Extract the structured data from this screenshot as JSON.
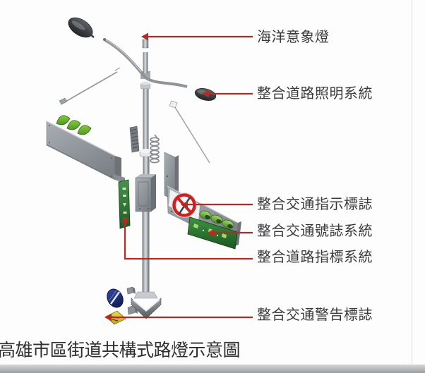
{
  "caption": "高雄市區街道共構式路燈示意圖",
  "labels": [
    {
      "id": "ocean-image-light",
      "text": "海洋意象燈"
    },
    {
      "id": "road-lighting-system",
      "text": "整合道路照明系統"
    },
    {
      "id": "traffic-direction-sign",
      "text": "整合交通指示標誌"
    },
    {
      "id": "traffic-signal-system",
      "text": "整合交通號誌系統"
    },
    {
      "id": "road-guide-system",
      "text": "整合道路指標系統"
    },
    {
      "id": "traffic-warning-sign",
      "text": "整合交通警告標誌"
    }
  ],
  "diagram_components": [
    "decorative-lamp-head",
    "curved-lamp-arm",
    "road-lamp-head",
    "main-pole",
    "billboard-panel",
    "wave-ornaments",
    "cable-rack",
    "spring-coil",
    "pole-clamp",
    "street-name-sign",
    "sign-bracket-plates",
    "prohibition-sign",
    "traffic-signal-box",
    "signal-hoods",
    "blue-circle-sign",
    "yellow-warning-sign",
    "pole-base",
    "stay-rods",
    "mounting-brackets"
  ],
  "colors": {
    "leader_red": "#b32b24",
    "label_text": "#3a3a3c",
    "caption_text": "#2f2f31",
    "pole_gray": "#9aa0a5",
    "panel_gray": "#8d959b",
    "lamp_dark": "#3c3f43",
    "sign_green": "#2e7d32",
    "signal_hood_green": "#7cb342",
    "wave_green": "#76b82a",
    "prohibition_red": "#cc2222",
    "blue_sign": "#1e2f80",
    "yellow_sign": "#d9c22a"
  }
}
